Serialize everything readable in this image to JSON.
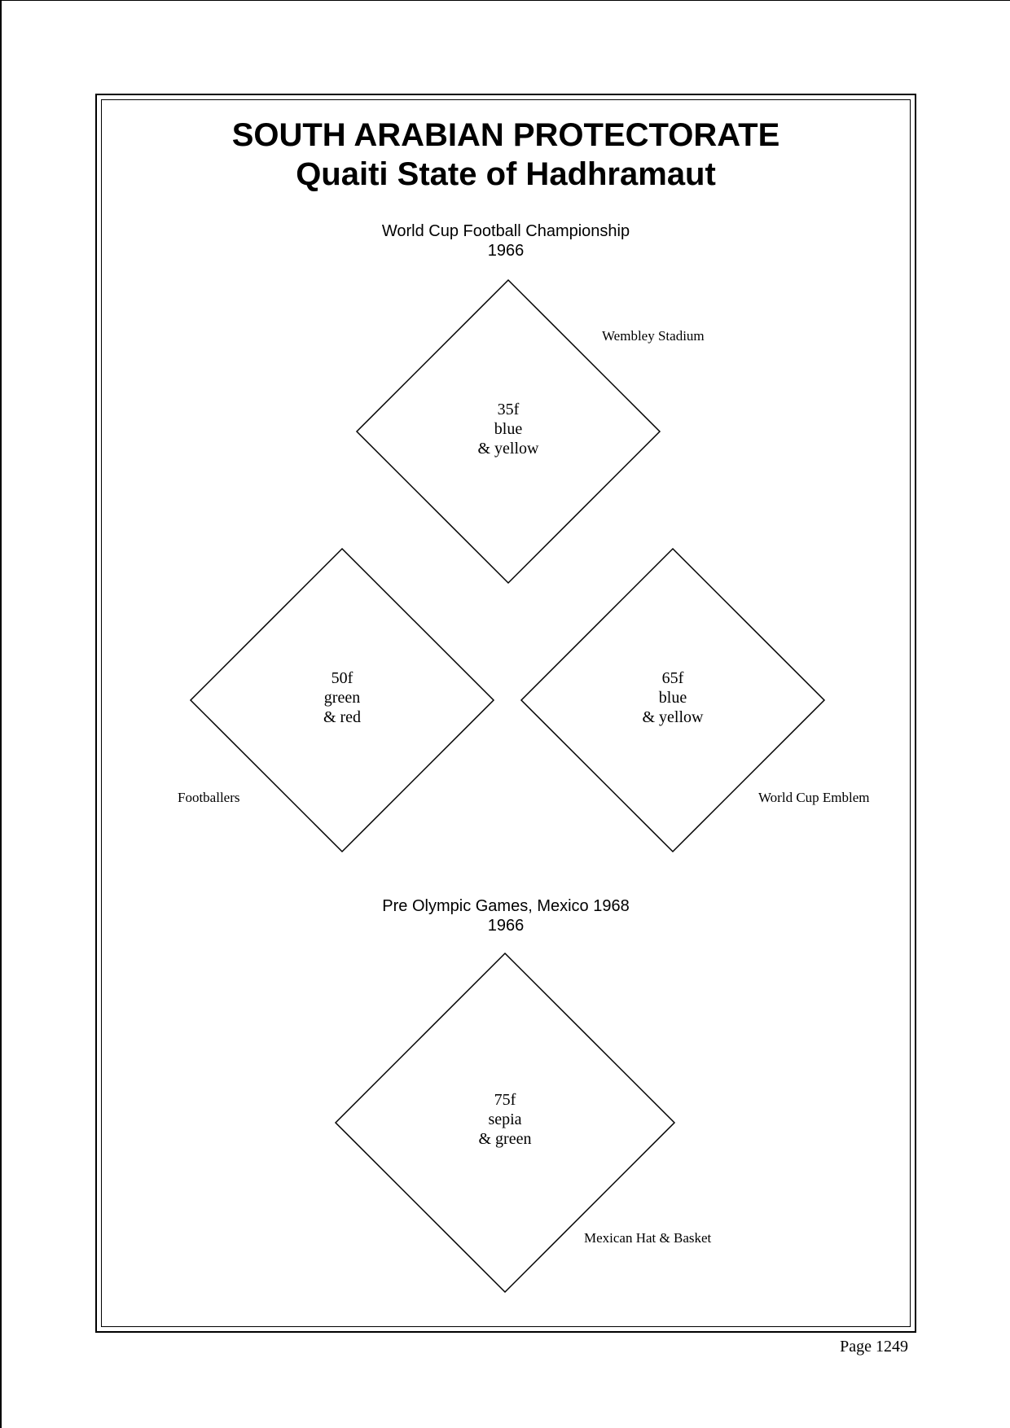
{
  "header": {
    "title": "SOUTH ARABIAN PROTECTORATE",
    "subtitle": "Quaiti State of Hadhramaut"
  },
  "sections": [
    {
      "heading": "World Cup Football Championship",
      "year": "1966",
      "stamps": [
        {
          "value": "35f",
          "color1": "blue",
          "color2": "& yellow",
          "caption": "Wembley Stadium"
        },
        {
          "value": "50f",
          "color1": "green",
          "color2": "& red",
          "caption": "Footballers"
        },
        {
          "value": "65f",
          "color1": "blue",
          "color2": "& yellow",
          "caption": "World Cup Emblem"
        }
      ]
    },
    {
      "heading": "Pre Olympic Games, Mexico 1968",
      "year": "1966",
      "stamps": [
        {
          "value": "75f",
          "color1": "sepia",
          "color2": "& green",
          "caption": "Mexican Hat & Basket"
        }
      ]
    }
  ],
  "footer": {
    "page": "Page 1249"
  }
}
